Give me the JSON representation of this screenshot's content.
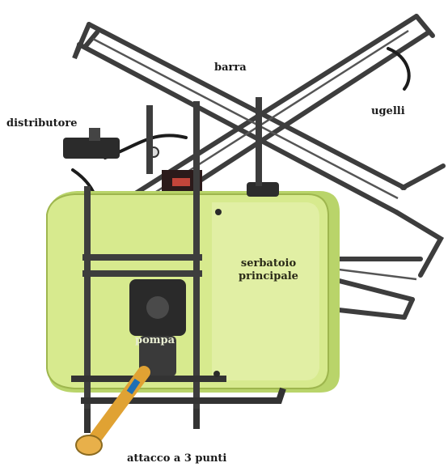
{
  "figure": {
    "labels": {
      "barra": "barra",
      "ugelli": "ugelli",
      "distributore": "distributore",
      "serbatoio": "serbatoio principale",
      "pompa": "pompa",
      "attacco": "attacco a 3 punti"
    },
    "colors": {
      "tank": "#d7ea8e",
      "tank_shade": "#b9d46a",
      "frame": "#3d3d3d",
      "hose": "#1c1c1c",
      "pto_shaft": "#e0a233"
    }
  }
}
